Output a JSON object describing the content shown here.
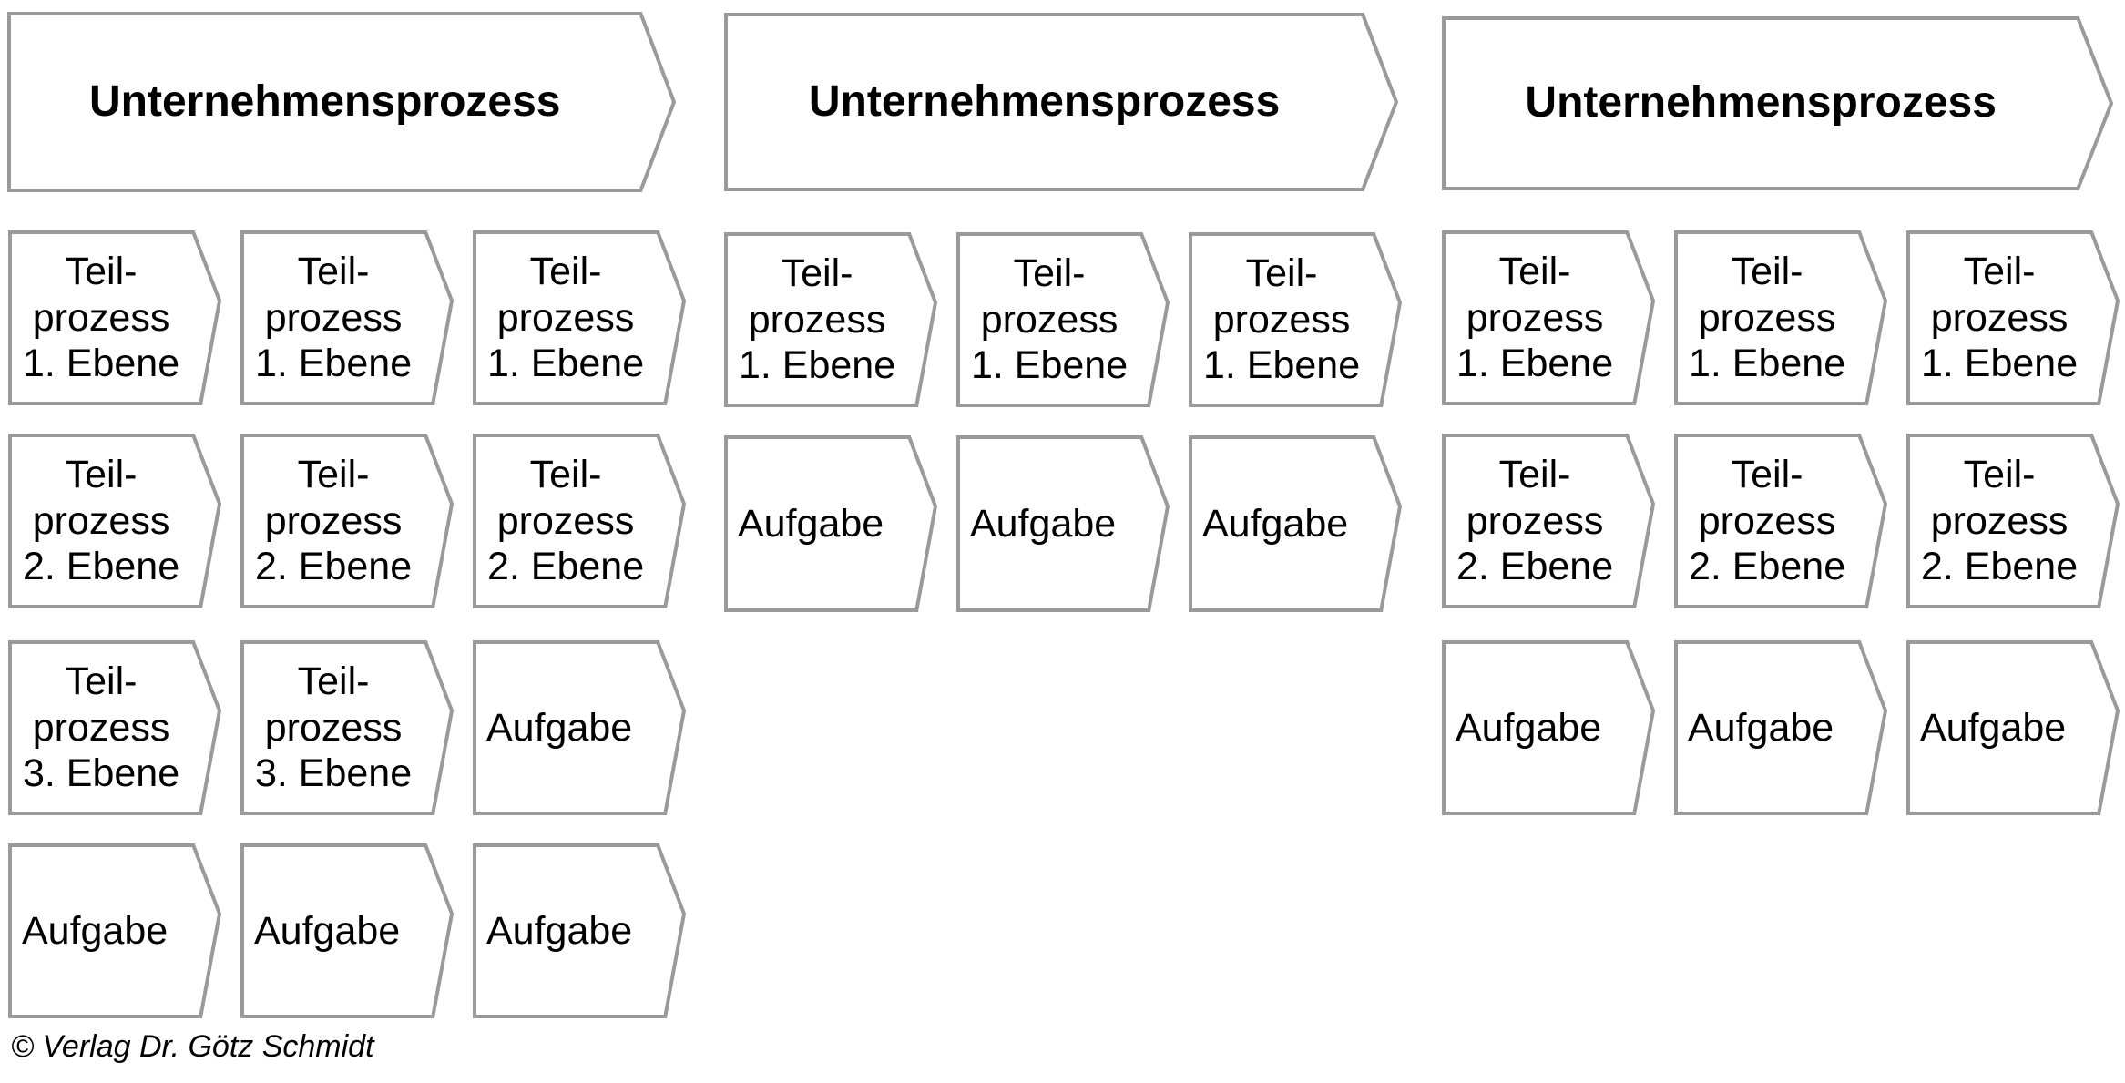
{
  "page": {
    "background": "#ffffff"
  },
  "colors": {
    "border": "#9a9a9a",
    "text": "#000000",
    "box_fill": "#ffffff"
  },
  "groups": [
    {
      "header": "Unternehmensprozess",
      "rows": [
        [
          "Teil-\nprozess\n1. Ebene",
          "Teil-\nprozess\n1. Ebene",
          "Teil-\nprozess\n1. Ebene"
        ],
        [
          "Teil-\nprozess\n2. Ebene",
          "Teil-\nprozess\n2. Ebene",
          "Teil-\nprozess\n2. Ebene"
        ],
        [
          "Teil-\nprozess\n3. Ebene",
          "Teil-\nprozess\n3. Ebene",
          "Aufgabe"
        ],
        [
          "Aufgabe",
          "Aufgabe",
          "Aufgabe"
        ]
      ]
    },
    {
      "header": "Unternehmensprozess",
      "rows": [
        [
          "Teil-\nprozess\n1. Ebene",
          "Teil-\nprozess\n1. Ebene",
          "Teil-\nprozess\n1. Ebene"
        ],
        [
          "Aufgabe",
          "Aufgabe",
          "Aufgabe"
        ]
      ]
    },
    {
      "header": "Unternehmensprozess",
      "rows": [
        [
          "Teil-\nprozess\n1. Ebene",
          "Teil-\nprozess\n1. Ebene",
          "Teil-\nprozess\n1. Ebene"
        ],
        [
          "Teil-\nprozess\n2. Ebene",
          "Teil-\nprozess\n2. Ebene",
          "Teil-\nprozess\n2. Ebene"
        ],
        [
          "Aufgabe",
          "Aufgabe",
          "Aufgabe"
        ]
      ]
    }
  ],
  "footer": {
    "copyright": "© Verlag Dr. Götz Schmidt"
  }
}
